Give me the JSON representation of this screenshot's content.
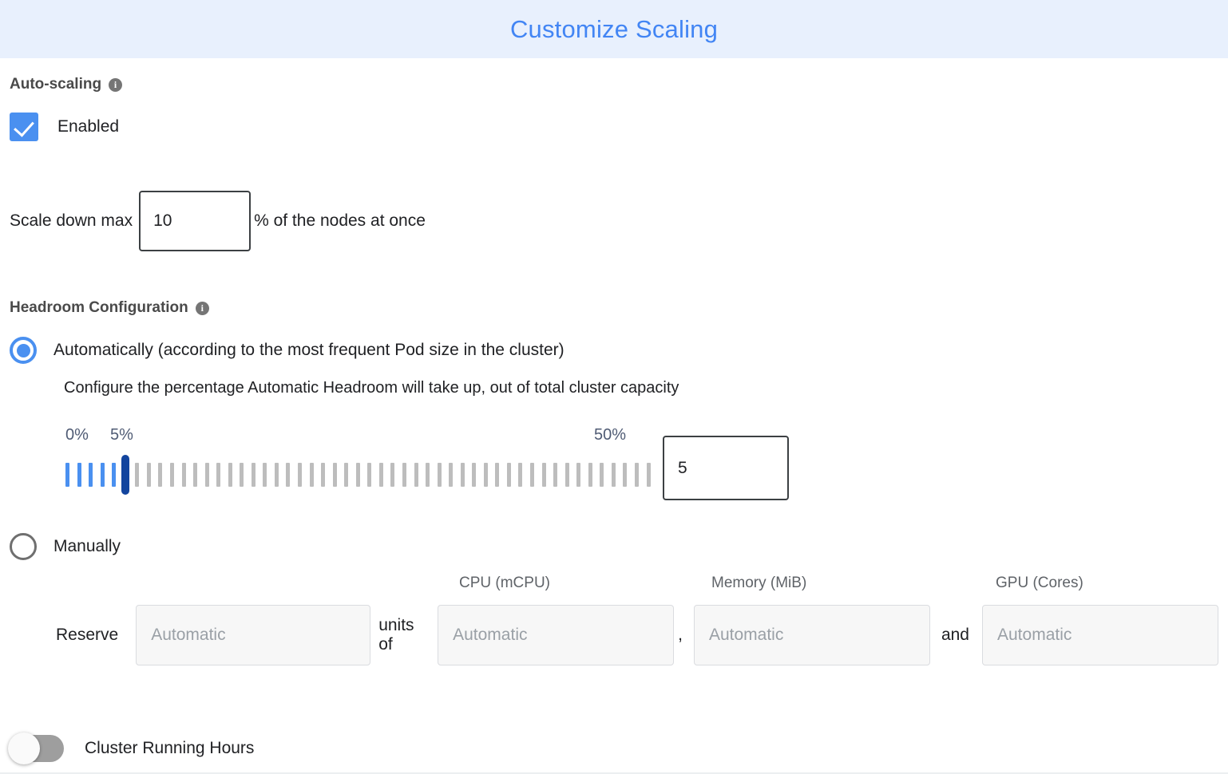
{
  "header": {
    "title": "Customize Scaling",
    "background_color": "#e8f0fd",
    "title_color": "#4285f4"
  },
  "autoscaling": {
    "section_label": "Auto-scaling",
    "info_glyph": "i",
    "enabled_label": "Enabled",
    "enabled_checked": true,
    "accent_color": "#4a90f0"
  },
  "scale_down": {
    "prefix_label": "Scale down max",
    "value": "10",
    "suffix_label": "% of the nodes at once"
  },
  "headroom": {
    "section_label": "Headroom Configuration",
    "info_glyph": "i",
    "automatic": {
      "label": "Automatically (according to the most frequent Pod size in the cluster)",
      "selected": true,
      "description": "Configure the percentage Automatic Headroom will take up, out of total cluster capacity"
    },
    "slider": {
      "min_label": "0%",
      "current_label": "5%",
      "max_label": "50%",
      "min": 0,
      "max": 50,
      "value": 5,
      "tick_count": 51,
      "value_input": "5",
      "active_tick_color": "#4a90f0",
      "inactive_tick_color": "#bdbdbd",
      "thumb_color": "#13459e"
    },
    "manual": {
      "label": "Manually",
      "selected": false,
      "reserve_label": "Reserve",
      "units_of_label": "units of",
      "comma_label": ",",
      "and_label": "and",
      "fields": {
        "units": {
          "placeholder": "Automatic",
          "value": ""
        },
        "cpu": {
          "header": "CPU (mCPU)",
          "placeholder": "Automatic",
          "value": ""
        },
        "memory": {
          "header": "Memory (MiB)",
          "placeholder": "Automatic",
          "value": ""
        },
        "gpu": {
          "header": "GPU (Cores)",
          "placeholder": "Automatic",
          "value": ""
        }
      }
    }
  },
  "cluster_running_hours": {
    "label": "Cluster Running Hours",
    "enabled": false
  }
}
